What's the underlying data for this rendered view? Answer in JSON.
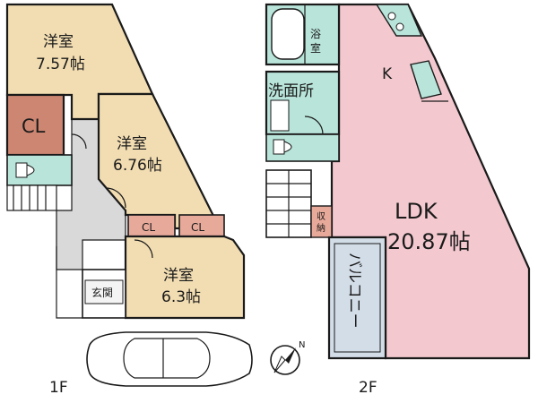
{
  "floor1": {
    "label": "1F",
    "rooms": [
      {
        "name": "洋室",
        "size": "7.57帖"
      },
      {
        "name": "洋室",
        "size": "6.76帖"
      },
      {
        "name": "洋室",
        "size": "6.3帖"
      }
    ],
    "closets": [
      "CL",
      "CL",
      "CL"
    ],
    "entrance": "玄関"
  },
  "floor2": {
    "label": "2F",
    "bath": "浴\n室",
    "washroom": "洗面所",
    "kitchen": "K",
    "ldk_name": "LDK",
    "ldk_size": "20.87帖",
    "storage": "収\n納",
    "balcony": "バルコニー"
  },
  "compass": {
    "north": "N"
  },
  "colors": {
    "bedroom": "#f2ddb2",
    "closet_large": "#cd8672",
    "closet_small": "#e7a99a",
    "wet_area": "#b8e4d9",
    "ldk": "#f3c9cf",
    "balcony": "#d3dde8",
    "hall": "#d8d8d8"
  }
}
